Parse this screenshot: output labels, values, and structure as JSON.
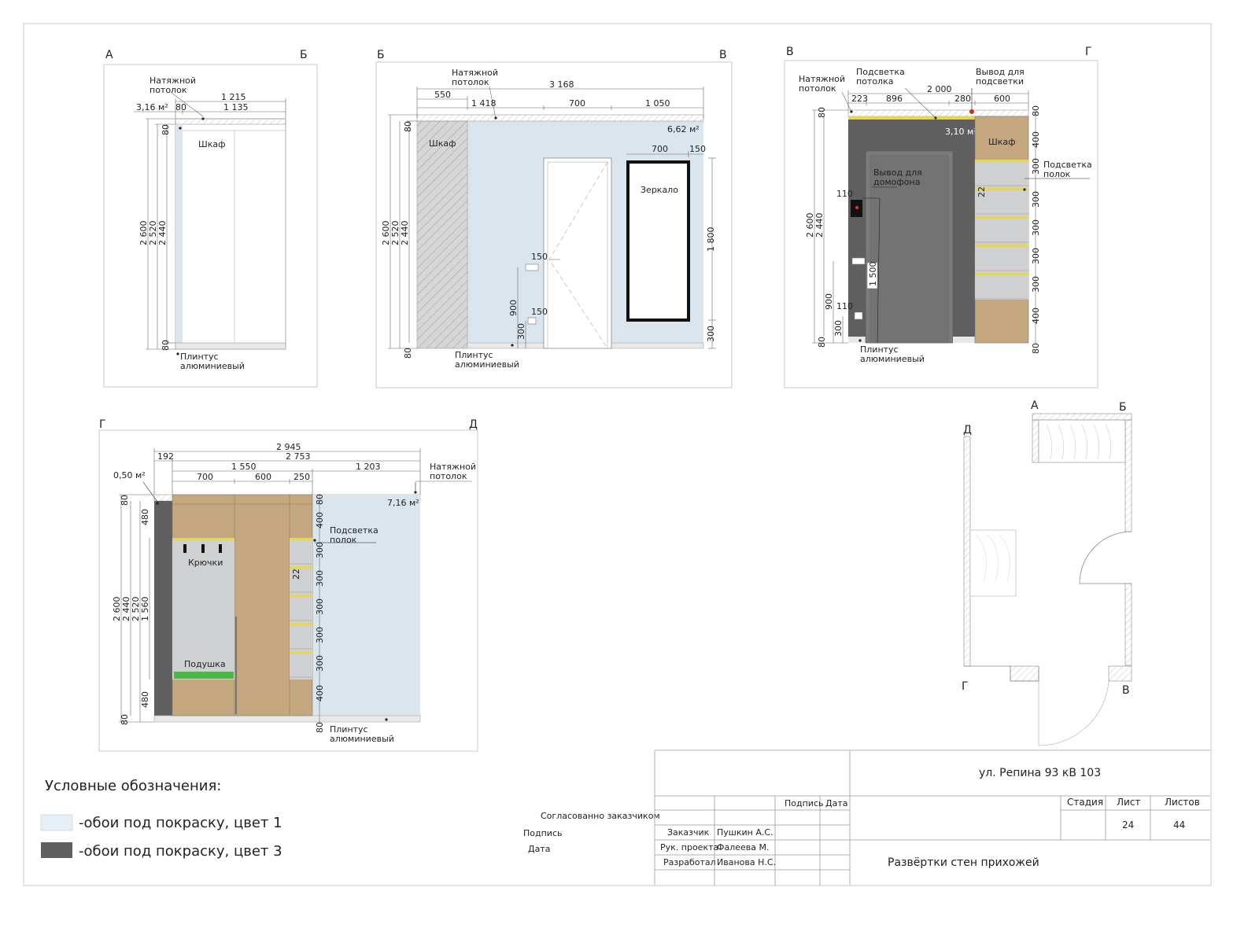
{
  "sheet": {
    "address": "ул. Репина 93 кВ 103",
    "title": "Развёртки стен прихожей",
    "stage_label": "Стадия",
    "sheet_label": "Лист",
    "sheets_label": "Листов",
    "sheet_no": "24",
    "sheets_total": "44",
    "sign_col": "Подпись",
    "date_col": "Дата",
    "rows": [
      {
        "role": "Заказчик",
        "name": "Пушкин А.С."
      },
      {
        "role": "Рук. проекта",
        "name": "Фалеева М."
      },
      {
        "role": "Разработал",
        "name": "Иванова Н.С."
      }
    ]
  },
  "approval": {
    "agreed": "Согласованно заказчиком",
    "sign": "Подпись",
    "date": "Дата"
  },
  "legend": {
    "title": "Условные обозначения:",
    "items": [
      {
        "label": "-обои под покраску, цвет 1",
        "color": "#e6eff7"
      },
      {
        "label": "-обои под покраску, цвет 3",
        "color": "#5f5f5f"
      }
    ]
  },
  "colors": {
    "wall1": "#dbe5ee",
    "wall3": "#5f5f5f",
    "wood": "#c4a77f",
    "shelf": "#cfd0d2",
    "led": "#e6d84a",
    "pillow": "#4cb84a",
    "hatch": "#bcbcbc"
  },
  "e1": {
    "c_left": "А",
    "c_right": "Б",
    "ceiling": [
      "Натяжной",
      "потолок"
    ],
    "area": "3,16 м²",
    "d_1215": "1 215",
    "d_80": "80",
    "d_1135": "1 135",
    "v_80a": "80",
    "v_80b": "80",
    "v_2600": "2 600",
    "v_2520": "2 520",
    "v_2440": "2 440",
    "wardrobe": "Шкаф",
    "plinth": [
      "Плинтус",
      "алюминиевый"
    ]
  },
  "e2": {
    "c_left": "Б",
    "c_right": "В",
    "ceiling": [
      "Натяжной",
      "потолок"
    ],
    "d_3168": "3 168",
    "d_550": "550",
    "d_1418": "1 418",
    "d_700": "700",
    "d_1050": "1 050",
    "area": "6,62 м²",
    "d_700m": "700",
    "d_150m": "150",
    "wardrobe": "Шкаф",
    "mirror": "Зеркало",
    "v_80a": "80",
    "v_80b": "80",
    "v_2600": "2 600",
    "v_2520": "2 520",
    "v_2440": "2 440",
    "v_1800": "1 800",
    "v_300r": "300",
    "s_150a": "150",
    "s_150b": "150",
    "s_900": "900",
    "s_300": "300",
    "plinth": [
      "Плинтус",
      "алюминиевый"
    ]
  },
  "e3": {
    "c_left": "В",
    "c_right": "Г",
    "ceiling": [
      "Натяжной",
      "потолок"
    ],
    "light": [
      "Подсветка",
      "потолка"
    ],
    "outlet": [
      "Вывод для",
      "подсветки"
    ],
    "d_2000": "2 000",
    "d_223": "223",
    "d_896": "896",
    "d_280": "280",
    "d_600": "600",
    "area": "3,10 м²",
    "wardrobe": "Шкаф",
    "intercom": [
      "Вывод для",
      "домофона"
    ],
    "shelf_light": [
      "Подсветка",
      "полок"
    ],
    "v_80a": "80",
    "v_2600": "2 600",
    "v_2440": "2 440",
    "v_900": "900",
    "v_300": "300",
    "v_80b": "80",
    "s_110a": "110",
    "s_110b": "110",
    "s_1500": "1 500",
    "s_22": "22",
    "r": [
      "80",
      "400",
      "300",
      "300",
      "300",
      "300",
      "300",
      "400",
      "80"
    ],
    "plinth": [
      "Плинтус",
      "алюминиевый"
    ]
  },
  "e4": {
    "c_left": "Г",
    "c_right": "Д",
    "d_2945": "2 945",
    "d_192": "192",
    "d_2753": "2 753",
    "d_1550": "1 550",
    "d_1203": "1 203",
    "d_700": "700",
    "d_600": "600",
    "d_250": "250",
    "area_small": "0,50 м²",
    "area": "7,16 м²",
    "ceiling": [
      "Натяжной",
      "потолок"
    ],
    "shelf_light": [
      "Подсветка",
      "полок"
    ],
    "hooks": "Крючки",
    "pillow": "Подушка",
    "v_80a": "80",
    "v_480a": "480",
    "v_2600": "2 600",
    "v_2440": "2 440",
    "v_2520": "2 520",
    "v_1560": "1 560",
    "v_480b": "480",
    "v_80b": "80",
    "s_22": "22",
    "r": [
      "80",
      "400",
      "300",
      "300",
      "300",
      "300",
      "300",
      "400",
      "80"
    ],
    "plinth": [
      "Плинтус",
      "алюминиевый"
    ]
  },
  "plan": {
    "a": "А",
    "b": "Б",
    "c": "В",
    "d": "Г",
    "e": "Д"
  }
}
